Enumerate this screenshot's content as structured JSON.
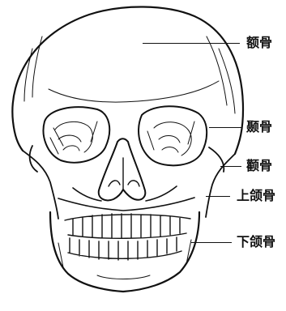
{
  "figure": {
    "subject": "skull-front-view",
    "line_color": "#111111",
    "background": "#ffffff"
  },
  "labels": [
    {
      "id": "frontal",
      "text": "额骨"
    },
    {
      "id": "temporal",
      "text": "颞骨"
    },
    {
      "id": "zygomatic",
      "text": "颧骨"
    },
    {
      "id": "maxilla",
      "text": "上颌骨"
    },
    {
      "id": "mandible",
      "text": "下颌骨"
    }
  ]
}
